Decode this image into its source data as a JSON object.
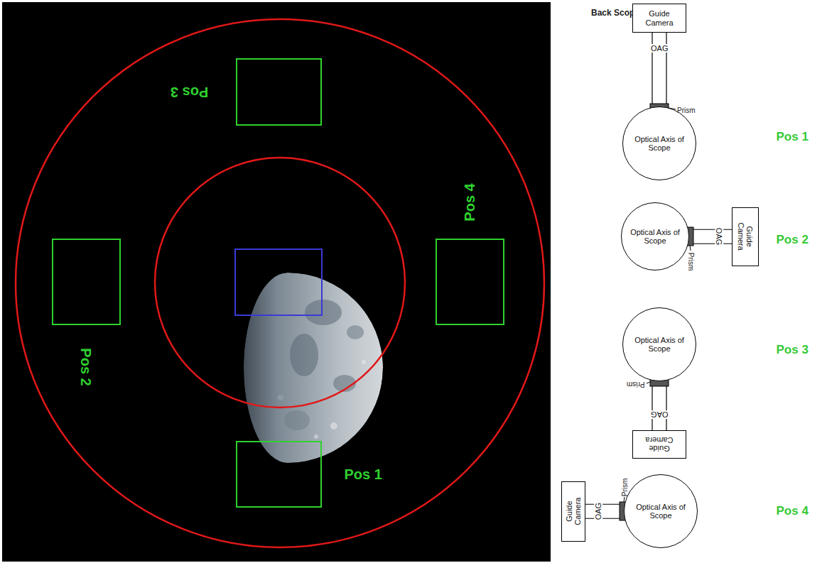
{
  "diagram": {
    "title": "Back Scope View",
    "nodes": [
      {
        "text": [
          "Pos 3"
        ]
      },
      {
        "text": [
          "Pos 2"
        ]
      },
      {
        "text": [
          "Pos 4"
        ]
      },
      {
        "text": [
          "Pos 1"
        ]
      },
      {
        "text": [
          "Guide Camera"
        ]
      },
      {
        "text": [
          "Optical Axis of Scope"
        ]
      },
      {
        "text": [
          "Optical Axis of Scope"
        ]
      },
      {
        "text": [
          "Guide Camera"
        ]
      },
      {
        "text": [
          "Optical Axis of Scope"
        ]
      },
      {
        "text": [
          "Guide Camera"
        ]
      },
      {
        "text": [
          "Guide Camera"
        ]
      },
      {
        "text": [
          "Optical Axis of Scope"
        ]
      }
    ],
    "edges": [
      {
        "from": 4,
        "to": 5,
        "label": "OAG",
        "arrow": "none"
      },
      {
        "from": 7,
        "to": 6,
        "label": "OAG",
        "arrow": "none"
      },
      {
        "from": 9,
        "to": 8,
        "label": "OAG",
        "arrow": "none"
      },
      {
        "from": 10,
        "to": 11,
        "label": "OAG",
        "arrow": "none"
      }
    ],
    "labels": [
      "Pos 1",
      "Pos 2",
      "Pos 3",
      "Pos 4",
      "Prism",
      "Prism",
      "Prism",
      "Prism"
    ]
  }
}
